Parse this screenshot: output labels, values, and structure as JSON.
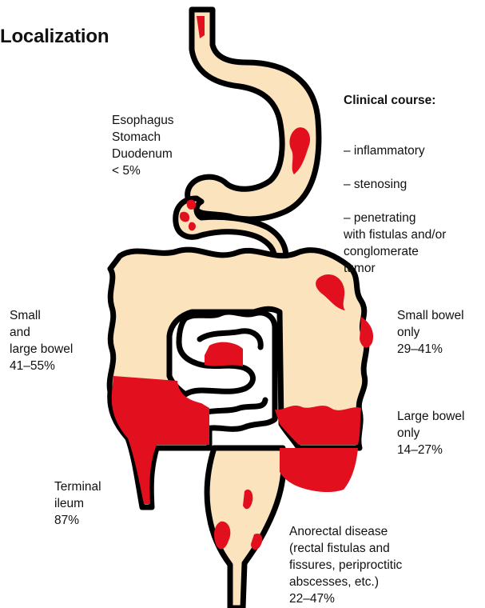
{
  "title": "Localization",
  "clinical_course": {
    "heading": "Clinical course:",
    "items": [
      "– inflammatory",
      "– stenosing",
      "– penetrating\n   with fistulas and/or\n   conglomerate\n   tumor"
    ]
  },
  "labels": {
    "upper_gi": "Esophagus\nStomach\nDuodenum\n< 5%",
    "small_and_large": "Small\nand\nlarge bowel\n41–55%",
    "small_only": "Small bowel\nonly\n29–41%",
    "large_only": "Large bowel\nonly\n14–27%",
    "terminal_ileum": "Terminal\nileum\n87%",
    "anorectal": "Anorectal disease\n(rectal fistulas and\nfissures, periproctitic\nabscesses, etc.)\n22–47%"
  },
  "colors": {
    "tissue": "#fbe3bd",
    "lesion": "#e2101e",
    "outline": "#000000"
  }
}
